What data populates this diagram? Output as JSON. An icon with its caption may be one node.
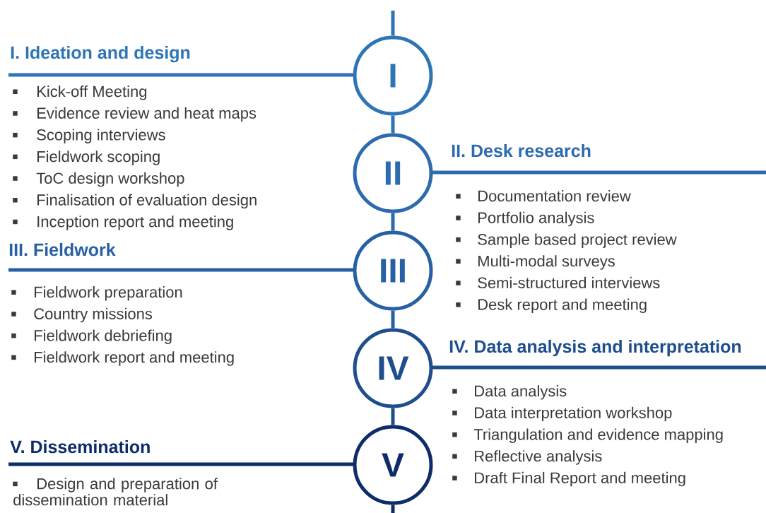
{
  "diagram": {
    "nodes": [
      {
        "text": [
          "I"
        ]
      },
      {
        "text": [
          "II"
        ]
      },
      {
        "text": [
          "III"
        ]
      },
      {
        "text": [
          "IV"
        ]
      },
      {
        "text": [
          "V"
        ]
      }
    ],
    "edges": [
      {
        "from": null,
        "to": 0,
        "arrow": "none"
      },
      {
        "from": 0,
        "to": 1,
        "arrow": "none"
      },
      {
        "from": 1,
        "to": 2,
        "arrow": "none"
      },
      {
        "from": 2,
        "to": 3,
        "arrow": "none"
      },
      {
        "from": 3,
        "to": 4,
        "arrow": "none"
      },
      {
        "from": 4,
        "to": null,
        "arrow": "none"
      }
    ],
    "labels": [
      "I. Ideation and design",
      "Kick-off Meeting",
      "Evidence review and heat maps",
      "Scoping interviews",
      "Fieldwork scoping",
      "ToC design workshop",
      "Finalisation of evaluation design",
      "Inception report and meeting",
      "II. Desk research",
      "Documentation review",
      "Portfolio analysis",
      "Sample based project review",
      "Multi-modal surveys",
      "Semi-structured interviews",
      "Desk report and meeting",
      "III. Fieldwork",
      "Fieldwork preparation",
      "Country missions",
      "Fieldwork debriefing",
      "Fieldwork report and meeting",
      "IV. Data analysis and interpretation",
      "Data analysis",
      "Data interpretation workshop",
      "Triangulation and evidence mapping",
      "Reflective analysis",
      "Draft Final Report and meeting",
      "V. Dissemination",
      "Design and preparation of dissemination material"
    ]
  }
}
